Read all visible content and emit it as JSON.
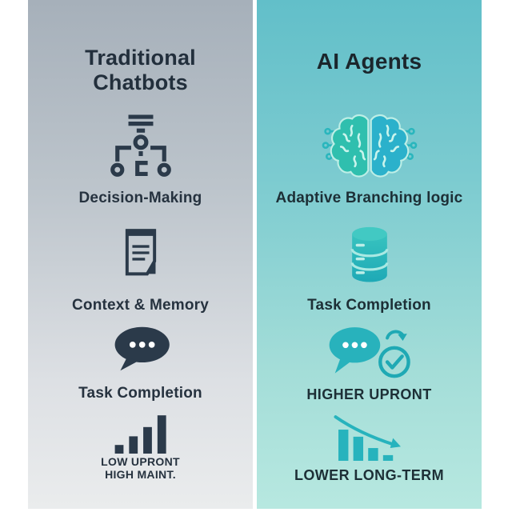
{
  "infographic": {
    "left_column": {
      "title_line1": "Traditional",
      "title_line2": "Chatbots",
      "items": [
        {
          "icon": "flowchart-icon",
          "label": "Decision-Making"
        },
        {
          "icon": "document-icon",
          "label": "Context & Memory"
        },
        {
          "icon": "speech-bubble-icon",
          "label": "Task Completion"
        },
        {
          "icon": "rising-bar-chart-icon",
          "caption_line1": "LOW UPRONT",
          "caption_line2": "HIGH MAINT."
        }
      ]
    },
    "right_column": {
      "title": "AI Agents",
      "items": [
        {
          "icon": "circuit-brain-icon",
          "label": "Adaptive Branching logic"
        },
        {
          "icon": "database-icon",
          "label": "Task Completion"
        },
        {
          "icon": "chat-checkmark-icon",
          "label": "HIGHER UPRONT"
        },
        {
          "icon": "declining-bar-chart-icon",
          "label": "LOWER LONG-TERM"
        }
      ]
    },
    "colors": {
      "left_panel_gradient_top": "#a6b0ba",
      "left_panel_gradient_bottom": "#eaeced",
      "right_panel_gradient_top": "#62bfc9",
      "right_panel_gradient_bottom": "#b7e8e0",
      "dark_slate": "#2b3a4a",
      "teal_accent": "#29b3bc"
    }
  }
}
